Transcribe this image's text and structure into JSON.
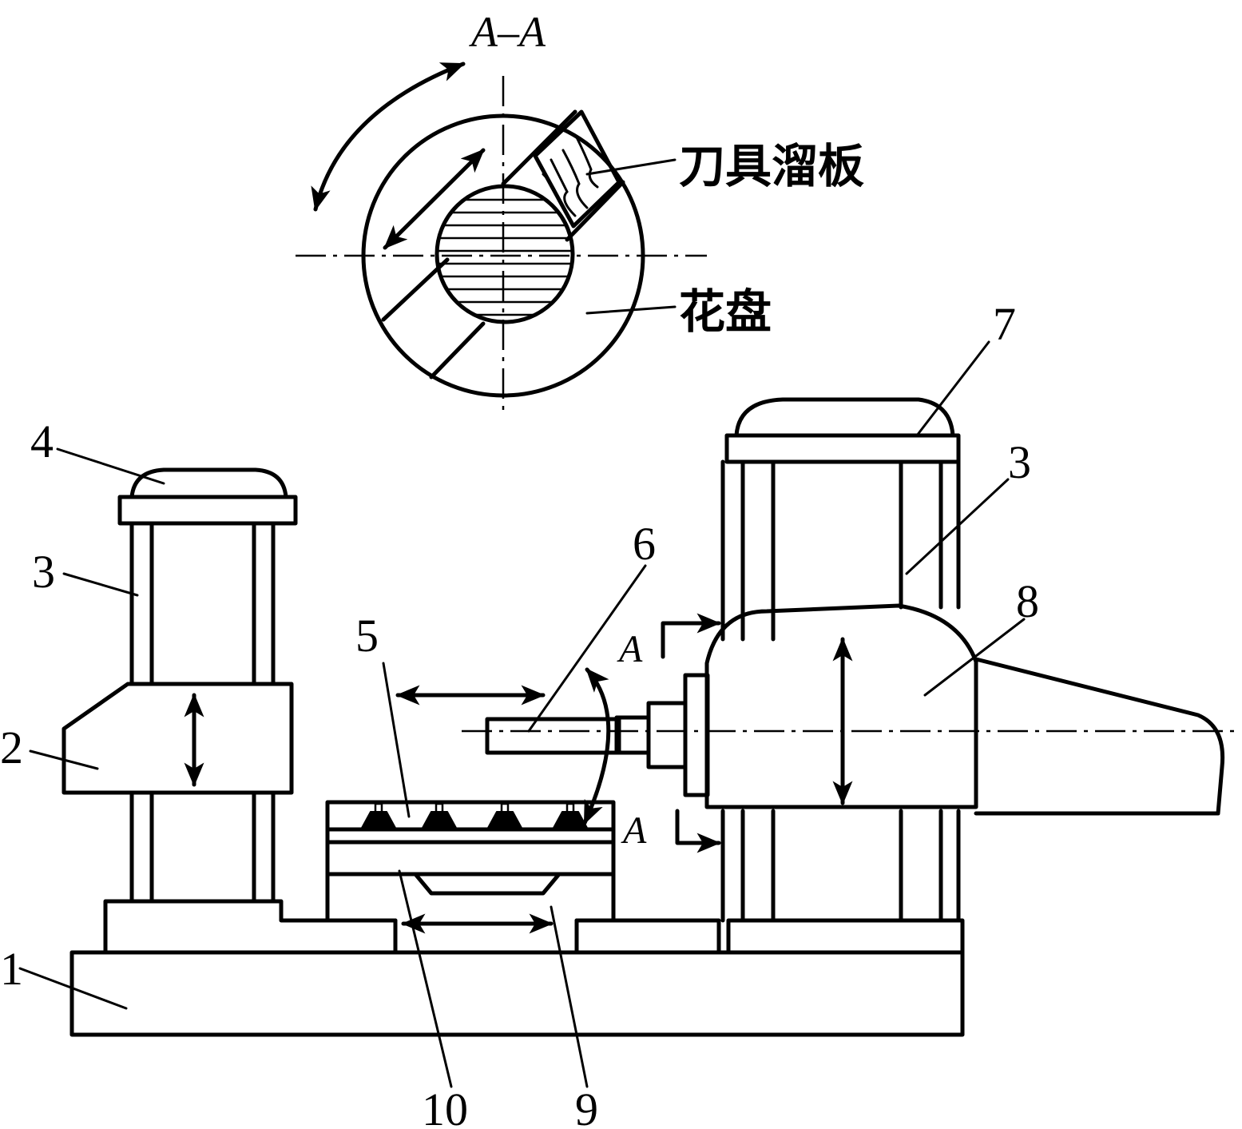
{
  "section_view": {
    "title": "A–A",
    "tool_slide_label": "刀具溜板",
    "faceplate_label": "花盘"
  },
  "section_marks": {
    "upper": "A",
    "lower": "A"
  },
  "part_numbers": {
    "bed": "1",
    "left_headstock": "2",
    "left_column": "3",
    "left_cap": "4",
    "worktable": "5",
    "tool": "6",
    "right_cap": "7",
    "right_headstock": "8",
    "saddle": "9",
    "table_slide": "10",
    "right_column": "3"
  }
}
